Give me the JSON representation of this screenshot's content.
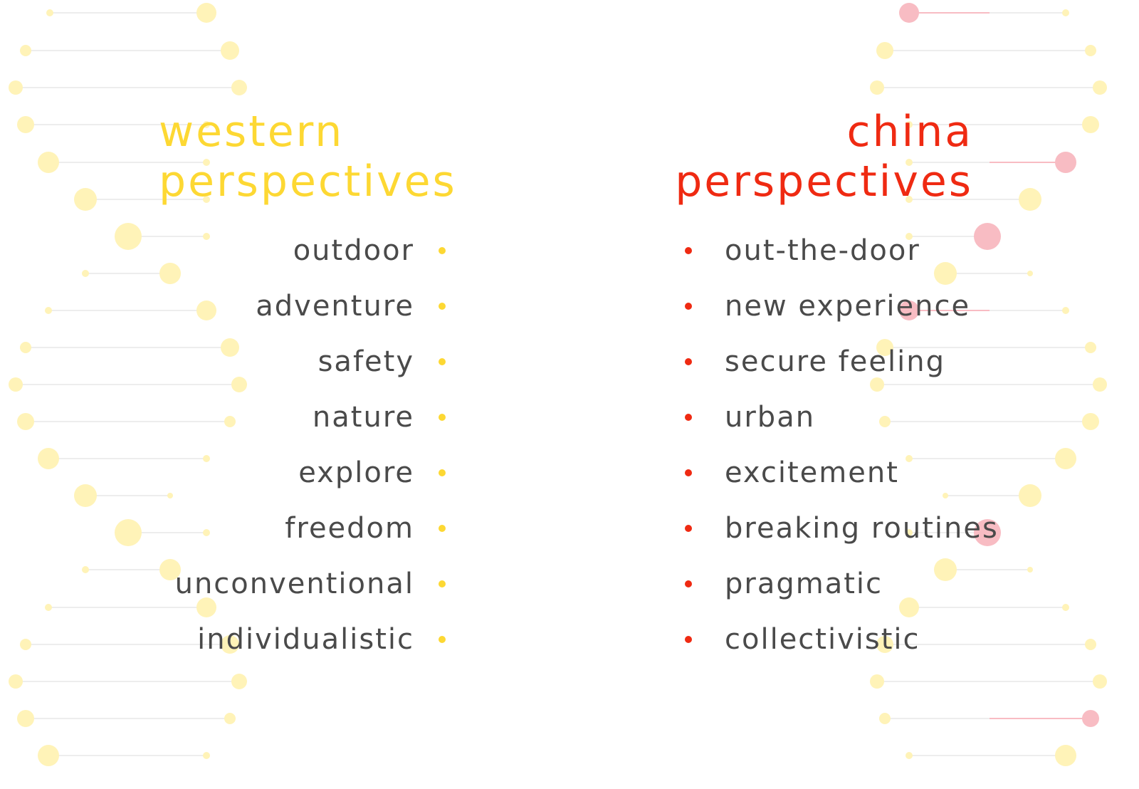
{
  "colors": {
    "western": "#fdd833",
    "china": "#ef2a12",
    "label": "#4a4a4a",
    "bg_yellow": "#fff3b8",
    "bg_pink": "#f8bcc3",
    "bg_line": "#ededed"
  },
  "titles": {
    "western": {
      "line1": "western",
      "line2": "perspectives"
    },
    "china": {
      "line1": "china",
      "line2": "perspectives"
    }
  },
  "pairs": [
    {
      "western": "outdoor",
      "china": "out-the-door"
    },
    {
      "western": "adventure",
      "china": "new experience"
    },
    {
      "western": "safety",
      "china": "secure feeling"
    },
    {
      "western": "nature",
      "china": "urban"
    },
    {
      "western": "explore",
      "china": "excitement"
    },
    {
      "western": "freedom",
      "china": "breaking routines"
    },
    {
      "western": "unconventional",
      "china": "pragmatic"
    },
    {
      "western": "individualistic",
      "china": "collectivistic"
    }
  ]
}
